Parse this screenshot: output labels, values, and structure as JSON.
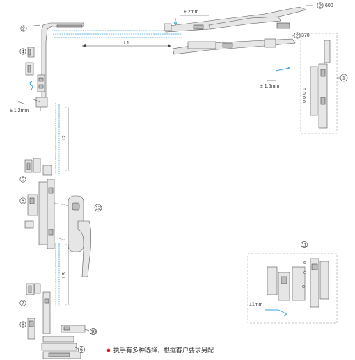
{
  "callouts": {
    "c1": "1",
    "c2a": "2",
    "c2b": "2",
    "c2c": "2",
    "c4": "4",
    "c5": "5",
    "c6a": "6",
    "c6b": "6",
    "c7": "7",
    "c8": "8",
    "c10": "10",
    "c11": "11",
    "c12": "12"
  },
  "labels": {
    "size_600": "600",
    "size_370": "370",
    "tol_2mm": "± 2mm",
    "tol_1_2mm": "± 1.2mm",
    "tol_1_5mm": "± 1.5mm",
    "tol_1mm": "±1mm",
    "dim_l1": "L1",
    "dim_l2": "L2",
    "dim_l3": "L3"
  },
  "note": {
    "text": "执手有多种选择，根据客户要求另配",
    "bullet_color": "#d62020"
  },
  "colors": {
    "accent_blue": "#3aa0d8",
    "part_grey": "#e6e6e6",
    "outline": "#555555"
  }
}
